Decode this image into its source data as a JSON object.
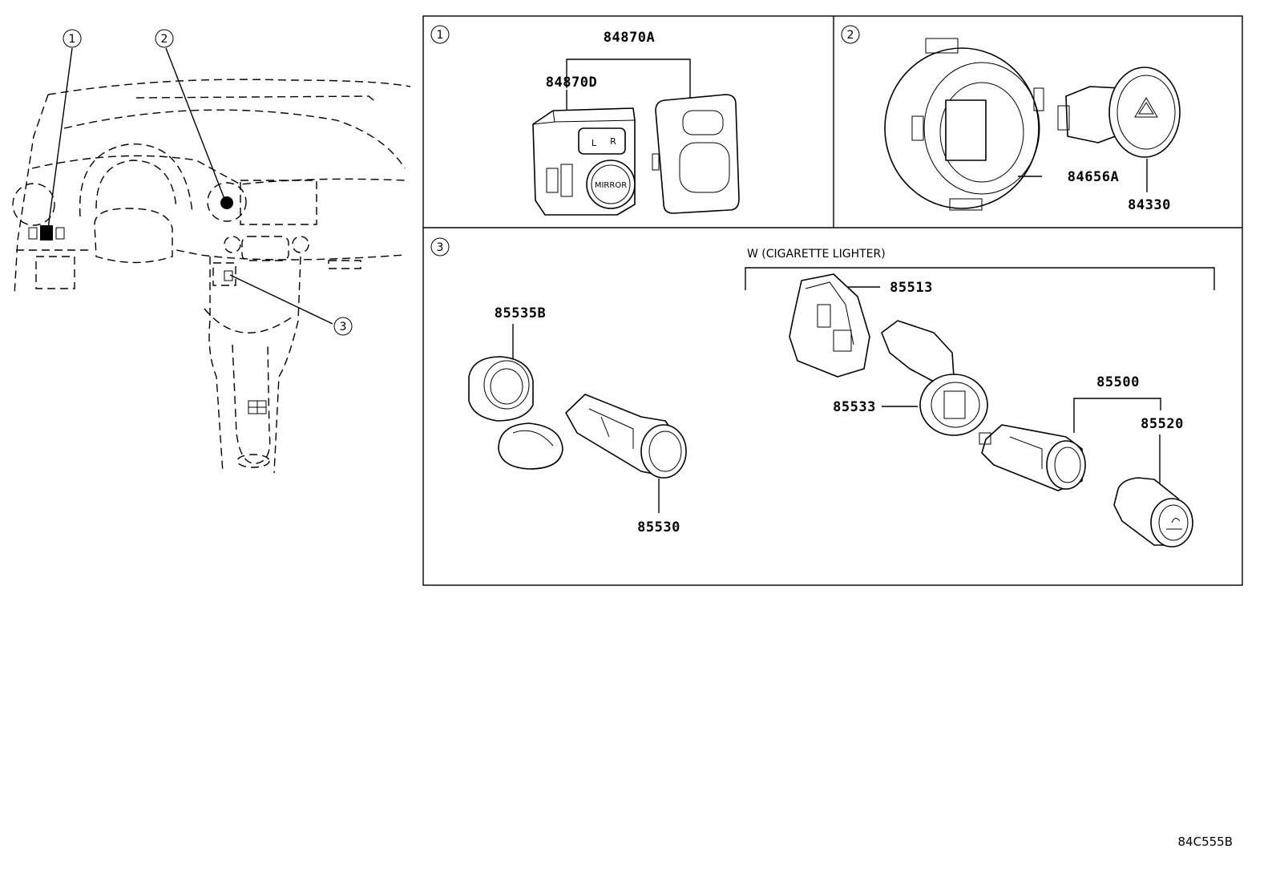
{
  "callouts": {
    "one": "1",
    "two": "2",
    "three": "3"
  },
  "panel1": {
    "parts": [
      "84870A",
      "84870D"
    ],
    "switch_labels": {
      "left": "L",
      "right": "R",
      "mirror": "MIRROR"
    }
  },
  "panel2": {
    "parts": [
      "84656A",
      "84330"
    ]
  },
  "panel3": {
    "parts": [
      "85535B",
      "85530"
    ],
    "variant_note": "W (CIGARETTE LIGHTER)",
    "variant_parts": [
      "85513",
      "85533",
      "85500",
      "85520"
    ]
  },
  "diagram_code": "84C555B"
}
